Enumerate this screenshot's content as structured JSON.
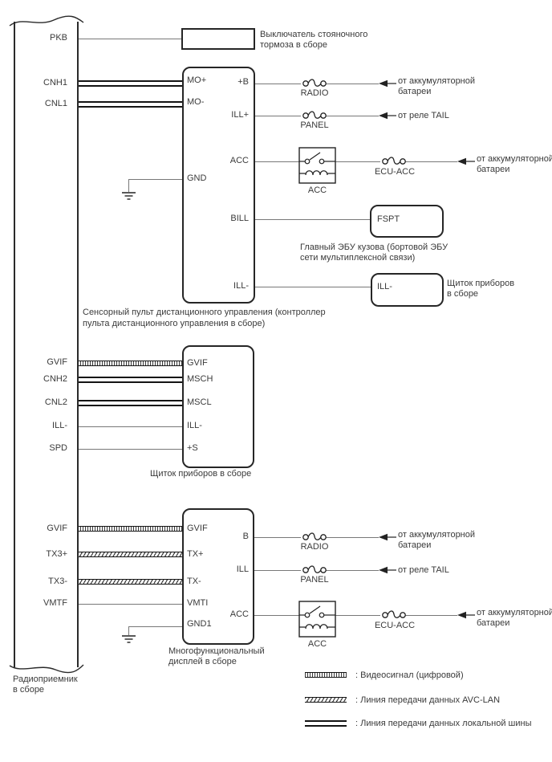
{
  "bus": {
    "name_line1": "Радиоприемник",
    "name_line2": "в сборе",
    "pins": [
      "PKB",
      "CNH1",
      "CNL1",
      "GVIF",
      "CNH2",
      "CNL2",
      "ILL-",
      "SPD",
      "GVIF",
      "TX3+",
      "TX3-",
      "VMTF"
    ]
  },
  "park": {
    "line1": "Выключатель стояночного",
    "line2": "тормоза в сборе"
  },
  "ctrl": {
    "left_pins": [
      "MO+",
      "MO-",
      "GND"
    ],
    "right_pins": [
      "+B",
      "ILL+",
      "ACC",
      "BILL",
      "ILL-"
    ],
    "cap1": "Сенсорный пульт дистанционного управления (контроллер",
    "cap2": "пульта дистанционного управления в сборе)"
  },
  "cluster": {
    "pins": [
      "GVIF",
      "MSCH",
      "MSCL",
      "ILL-",
      "+S"
    ],
    "caption": "Щиток приборов в сборе"
  },
  "disp": {
    "left_pins": [
      "GVIF",
      "TX+",
      "TX-",
      "VMTI",
      "GND1"
    ],
    "right_pins": [
      "B",
      "ILL",
      "ACC"
    ],
    "cap1": "Многофункциональный",
    "cap2": "дисплей в сборе"
  },
  "fspt": {
    "pin": "FSPT",
    "cap1": "Главный ЭБУ кузова (бортовой ЭБУ",
    "cap2": "сети мультиплексной связи)"
  },
  "illbox": {
    "pin": "ILL-",
    "cap1": "Щиток приборов",
    "cap2": "в сборе"
  },
  "fuses": {
    "radio": "RADIO",
    "panel": "PANEL",
    "ecu": "ECU-ACC"
  },
  "relay": {
    "label": "ACC"
  },
  "src": {
    "batt1": "от аккумуляторной",
    "batt2": "батареи",
    "tail": "от реле TAIL"
  },
  "legend": {
    "video": ": Видеосигнал (цифровой)",
    "avc": ": Линия передачи данных AVC-LAN",
    "local": ": Линия передачи данных локальной шины"
  },
  "colors": {
    "line": "#787878",
    "symbol": "#222222",
    "text": "#3a3a3a",
    "background": "#ffffff"
  }
}
